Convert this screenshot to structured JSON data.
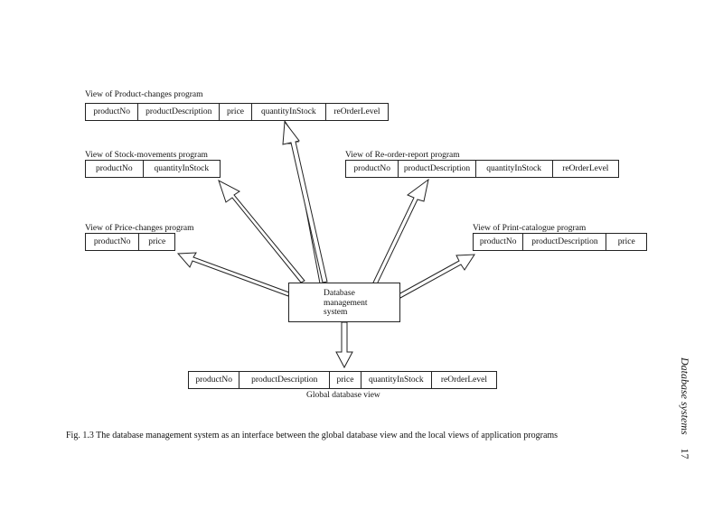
{
  "views": [
    {
      "title": "View of Product-changes program",
      "fields": [
        "productNo",
        "productDescription",
        "price",
        "quantityInStock",
        "reOrderLevel"
      ]
    },
    {
      "title": "View of Stock-movements program",
      "fields": [
        "productNo",
        "quantityInStock"
      ]
    },
    {
      "title": "View of Re-order-report program",
      "fields": [
        "productNo",
        "productDescription",
        "quantityInStock",
        "reOrderLevel"
      ]
    },
    {
      "title": "View of Price-changes program",
      "fields": [
        "productNo",
        "price"
      ]
    },
    {
      "title": "View of Print-catalogue program",
      "fields": [
        "productNo",
        "productDescription",
        "price"
      ]
    }
  ],
  "dbms": {
    "label": "Database\nmanagement\nsystem"
  },
  "global_view": {
    "fields": [
      "productNo",
      "productDescription",
      "price",
      "quantityInStock",
      "reOrderLevel"
    ],
    "caption": "Global database view"
  },
  "figure": {
    "caption": "Fig. 1.3    The database management system as an interface between the global database view and the local views of application programs"
  },
  "running_header": {
    "title": "Database systems",
    "page": "17"
  }
}
